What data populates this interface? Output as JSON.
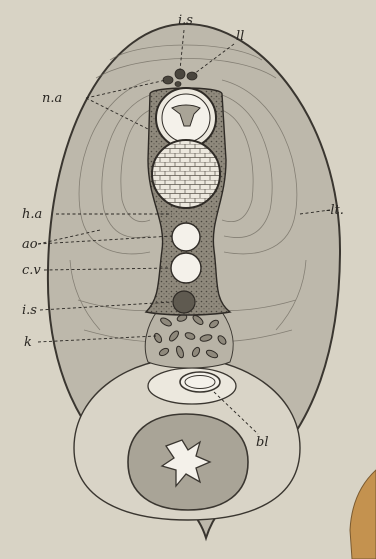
{
  "figure": {
    "labels": {
      "is_top": "i.s",
      "ll_top": "ll",
      "na": "n.a",
      "ha": "h.a",
      "lt": "-lt.",
      "ao": "ao",
      "cv": "c.v",
      "is_mid": "i.s",
      "k": "k",
      "bl": "bl"
    }
  },
  "colors": {
    "background": "#d8d3c5",
    "body_fill": "#bdb8ab",
    "outline": "#3a3630",
    "canal_fill": "#ece8de",
    "vessel_fill": "#f4f1ea",
    "chord_fill": "#d9d4c7",
    "gut_fill": "#a9a497",
    "stipple_fill": "#8f897c",
    "text": "#2a2723"
  }
}
